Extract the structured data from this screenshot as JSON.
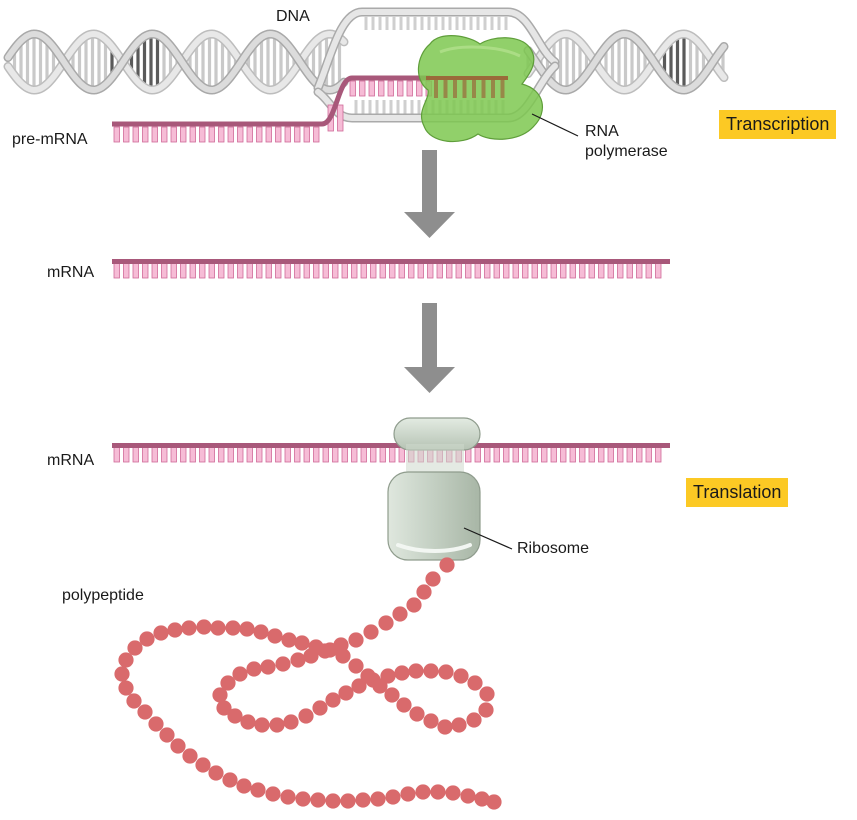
{
  "labels": {
    "dna": "DNA",
    "pre_mrna": "pre-mRNA",
    "rna_polymerase_line1": "RNA",
    "rna_polymerase_line2": "polymerase",
    "mrna_1": "mRNA",
    "mrna_2": "mRNA",
    "ribosome": "Ribosome",
    "polypeptide": "polypeptide"
  },
  "stages": {
    "transcription": "Transcription",
    "translation": "Translation"
  },
  "colors": {
    "rna_backbone": "#a8587a",
    "rna_base_fill": "#f6bcd6",
    "rna_base_stroke": "#d06a98",
    "dna_strand": "#d5d5d5",
    "dna_dark": "#5a5a5a",
    "polymerase": "#7ec850",
    "ribosome": "#c5d2c4",
    "arrow": "#8e8e8e",
    "polypeptide_bead": "#d96a6c",
    "stage_badge": "#fcc924"
  },
  "icons": {
    "dna": "double-helix",
    "polymerase": "green-blob",
    "ribosome": "two-subunit-capsule",
    "arrow": "down-arrow"
  }
}
